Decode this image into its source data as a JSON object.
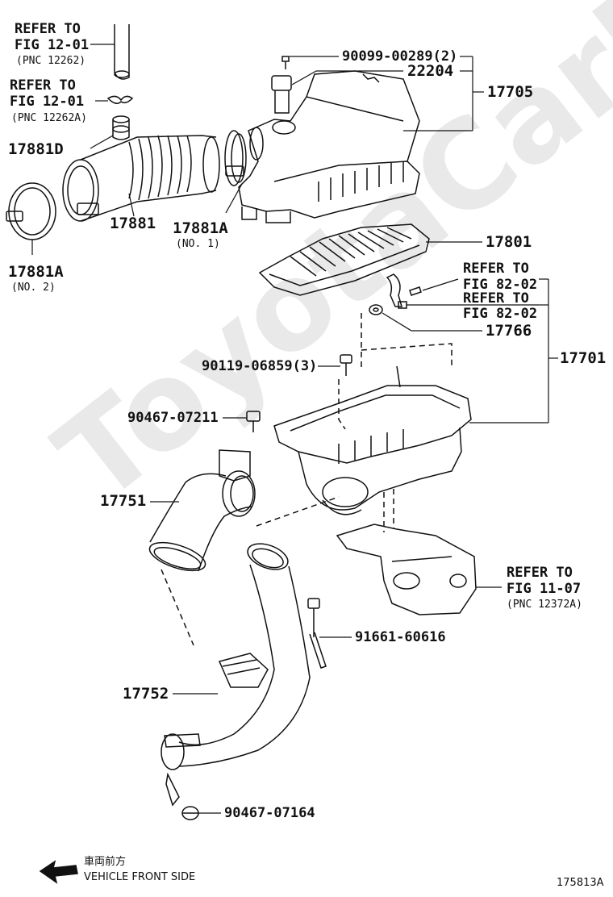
{
  "watermark": "ToyotaCarMine.ru",
  "figure_code": "175813A",
  "direction": {
    "japanese": "車両前方",
    "english": "VEHICLE FRONT SIDE"
  },
  "labels": {
    "ref_top_1": [
      "REFER TO",
      "FIG 12-01",
      "(PNC 12262)"
    ],
    "ref_top_2": [
      "REFER TO",
      "FIG 12-01",
      "(PNC 12262A)"
    ],
    "p17881D": "17881D",
    "p17881": "17881",
    "p17881A_1": "17881A",
    "p17881A_1_note": "(NO. 1)",
    "p17881A_2": "17881A",
    "p17881A_2_note": "(NO. 2)",
    "p90099": "90099-00289(2)",
    "p22204": "22204",
    "p17705": "17705",
    "p17801": "17801",
    "ref_82_a": [
      "REFER TO",
      "FIG 82-02"
    ],
    "ref_82_b": [
      "REFER TO",
      "FIG 82-02"
    ],
    "p17766": "17766",
    "p17701": "17701",
    "p90119": "90119-06859(3)",
    "p90467_a": "90467-07211",
    "p17751": "17751",
    "ref_11": [
      "REFER TO",
      "FIG 11-07",
      "(PNC 12372A)"
    ],
    "p91661": "91661-60616",
    "p17752": "17752",
    "p90467_b": "90467-07164"
  },
  "colors": {
    "line": "#111111",
    "watermark": "#e9e9e9",
    "background": "#ffffff"
  }
}
